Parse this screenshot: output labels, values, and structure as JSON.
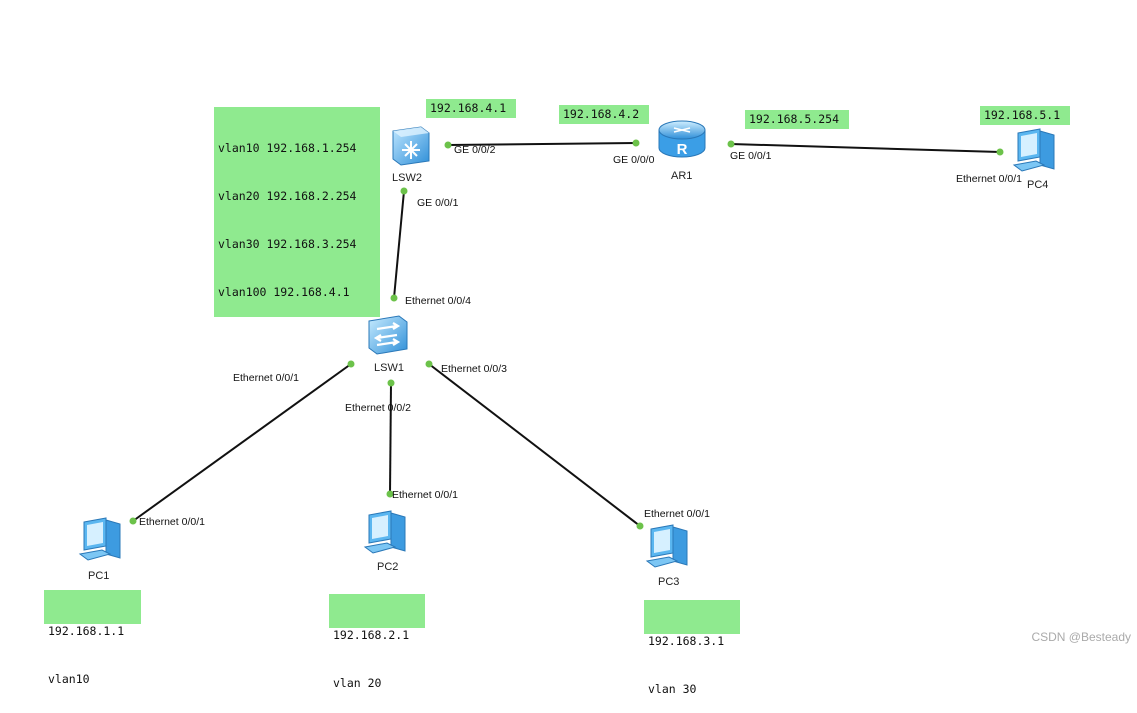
{
  "devices": {
    "lsw2": {
      "label": "LSW2",
      "type": "l3-switch"
    },
    "ar1": {
      "label": "AR1",
      "type": "router"
    },
    "lsw1": {
      "label": "LSW1",
      "type": "switch"
    },
    "pc1": {
      "label": "PC1",
      "type": "pc"
    },
    "pc2": {
      "label": "PC2",
      "type": "pc"
    },
    "pc3": {
      "label": "PC3",
      "type": "pc"
    },
    "pc4": {
      "label": "PC4",
      "type": "pc"
    }
  },
  "ports": {
    "lsw2_ge002": "GE 0/0/2",
    "lsw2_ge001": "GE 0/0/1",
    "ar1_ge000": "GE 0/0/0",
    "ar1_ge001": "GE 0/0/1",
    "pc4_eth": "Ethernet 0/0/1",
    "lsw1_eth004": "Ethernet 0/0/4",
    "lsw1_eth001": "Ethernet 0/0/1",
    "lsw1_eth002": "Ethernet 0/0/2",
    "lsw1_eth003": "Ethernet 0/0/3",
    "pc1_eth": "Ethernet 0/0/1",
    "pc2_eth": "Ethernet 0/0/1",
    "pc3_eth": "Ethernet 0/0/1"
  },
  "notes": {
    "lsw2_vlans": [
      "vlan10 192.168.1.254",
      "vlan20 192.168.2.254",
      "vlan30 192.168.3.254",
      "vlan100 192.168.4.1"
    ],
    "lsw2_ip": "192.168.4.1",
    "ar1_g0": "192.168.4.2",
    "ar1_g1": "192.168.5.254",
    "pc4": "192.168.5.1",
    "pc1": [
      "192.168.1.1",
      "vlan10"
    ],
    "pc2": [
      "192.168.2.1",
      "vlan 20"
    ],
    "pc3": [
      "192.168.3.1",
      "vlan 30"
    ]
  },
  "colors": {
    "note_bg": "#8fea8f",
    "link": "#111111",
    "port_dot": "#6cc24a",
    "device_blue": "#4aa8e8"
  },
  "watermark": "CSDN @Besteady"
}
